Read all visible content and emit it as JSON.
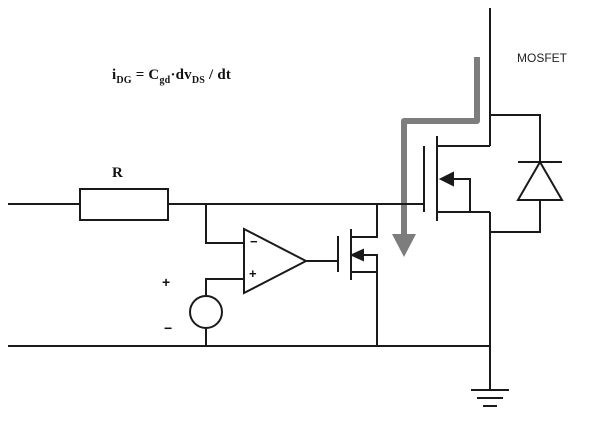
{
  "formula": {
    "i_base": "i",
    "i_sub": "DG",
    "equals_c": " = C",
    "c_sub": "gd",
    "dv_base": "·dv",
    "dv_sub": "DS",
    "tail": " / dt"
  },
  "labels": {
    "mosfet": "MOSFET",
    "resistor": "R",
    "opamp_inverting_input": "−",
    "opamp_noninverting_input": "+",
    "source_positive": "+",
    "source_negative": "−"
  },
  "colors": {
    "wire": "#1a1a1a",
    "current_arrow": "#7d7d7d",
    "background": "#ffffff"
  }
}
